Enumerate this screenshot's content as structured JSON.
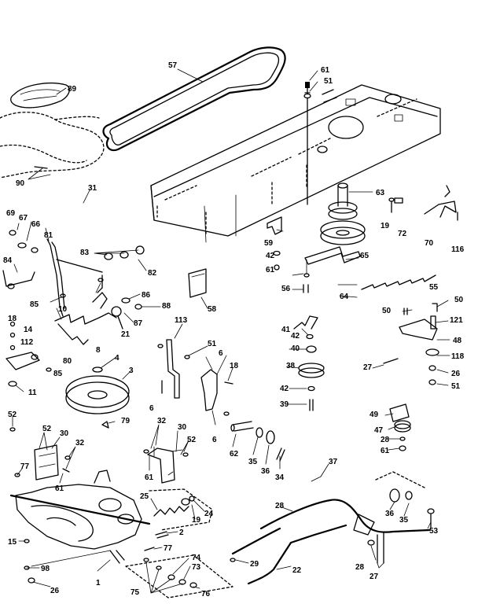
{
  "callouts": [
    "57",
    "61",
    "51",
    "89",
    "90",
    "31",
    "63",
    "19",
    "72",
    "70",
    "116",
    "69",
    "67",
    "66",
    "81",
    "83",
    "82",
    "59",
    "42",
    "61",
    "65",
    "84",
    "85",
    "86",
    "88",
    "87",
    "10",
    "21",
    "58",
    "18",
    "14",
    "112",
    "80",
    "85",
    "8",
    "113",
    "51",
    "6",
    "18",
    "55",
    "56",
    "64",
    "41",
    "42",
    "40",
    "50",
    "50",
    "121",
    "48",
    "118",
    "27",
    "26",
    "51",
    "38",
    "42",
    "39",
    "4",
    "3",
    "11",
    "79",
    "52",
    "52",
    "30",
    "32",
    "77",
    "61",
    "32",
    "30",
    "52",
    "61",
    "6",
    "6",
    "62",
    "35",
    "36",
    "34",
    "49",
    "47",
    "28",
    "61",
    "37",
    "25",
    "19",
    "24",
    "2",
    "28",
    "36",
    "35",
    "53",
    "15",
    "77",
    "98",
    "74",
    "73",
    "29",
    "22",
    "26",
    "1",
    "75",
    "76",
    "28",
    "27"
  ]
}
